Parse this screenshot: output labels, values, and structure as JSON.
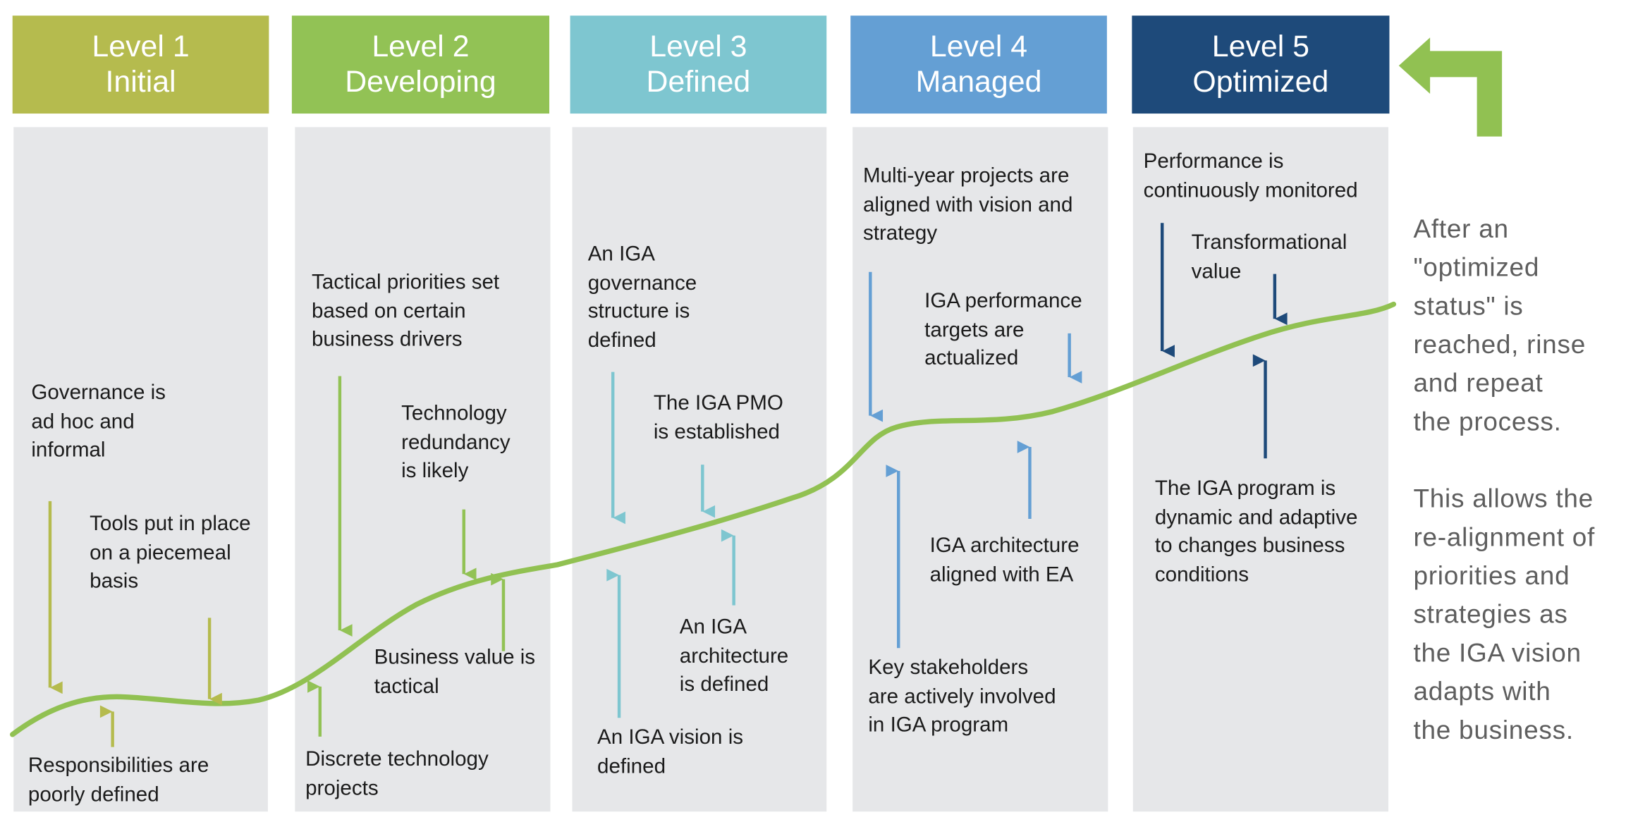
{
  "colors": {
    "level1": "#b5bb4e",
    "level2": "#92c255",
    "level3": "#7ec6d0",
    "level4": "#649fd4",
    "level5": "#1e4a7a",
    "column_bg": "#e6e7e9",
    "curve": "#91c152",
    "note_text": "#5e5e5e"
  },
  "levels": [
    {
      "level": "Level 1",
      "name": "Initial"
    },
    {
      "level": "Level 2",
      "name": "Developing"
    },
    {
      "level": "Level 3",
      "name": "Defined"
    },
    {
      "level": "Level 4",
      "name": "Managed"
    },
    {
      "level": "Level 5",
      "name": "Optimized"
    }
  ],
  "labels": {
    "governance": "Governance is\nad hoc and\ninformal",
    "tools": "Tools put in place\non a piecemeal\nbasis",
    "responsibilities": "Responsibilities are\npoorly defined",
    "tactical_priorities": "Tactical priorities set\nbased on certain\nbusiness drivers",
    "tech_redundancy": "Technology\nredundancy\nis likely",
    "business_value": "Business value is\ntactical",
    "discrete_projects": "Discrete technology\nprojects",
    "governance_structure": "An IGA\ngovernance\nstructure is\ndefined",
    "pmo": "The IGA PMO\nis established",
    "architecture_defined": "An IGA\narchitecture\nis defined",
    "vision_defined": "An IGA vision is\ndefined",
    "multi_year": "Multi-year projects are\naligned with vision and\nstrategy",
    "performance_targets": "IGA performance\ntargets are\nactualized",
    "architecture_ea": "IGA architecture\naligned with EA",
    "stakeholders": "Key stakeholders\nare actively involved\nin IGA program",
    "performance_monitored": "Performance is\ncontinuously monitored",
    "transformational": "Transformational\nvalue",
    "program_dynamic": "The IGA program is\ndynamic and adaptive\nto changes business\nconditions"
  },
  "side_note": {
    "paragraph1": "After an\n\"optimized\nstatus\" is\nreached, rinse\nand repeat\nthe process.",
    "paragraph2": "This allows the\nre-alignment of\npriorities and\nstrategies as\nthe IGA vision\nadapts with\nthe business."
  },
  "icons": {
    "return_arrow": "corner-return-arrow-icon"
  }
}
